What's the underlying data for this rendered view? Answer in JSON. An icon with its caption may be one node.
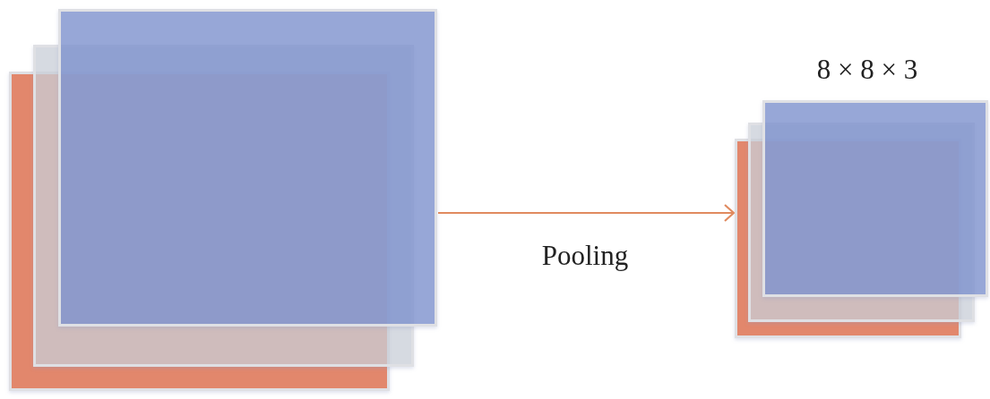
{
  "diagram": {
    "nodes": [
      {
        "text": [],
        "shape": "box"
      },
      {
        "text": [],
        "shape": "box"
      },
      {
        "text": [],
        "shape": "box"
      },
      {
        "text": [],
        "shape": "box"
      },
      {
        "text": [],
        "shape": "box"
      },
      {
        "text": [],
        "shape": "box"
      }
    ],
    "edges": [
      {
        "from": 2,
        "to": 3,
        "arrow": "to",
        "label": "Pooling"
      }
    ],
    "labels": [
      "8 × 8 × 3"
    ]
  }
}
